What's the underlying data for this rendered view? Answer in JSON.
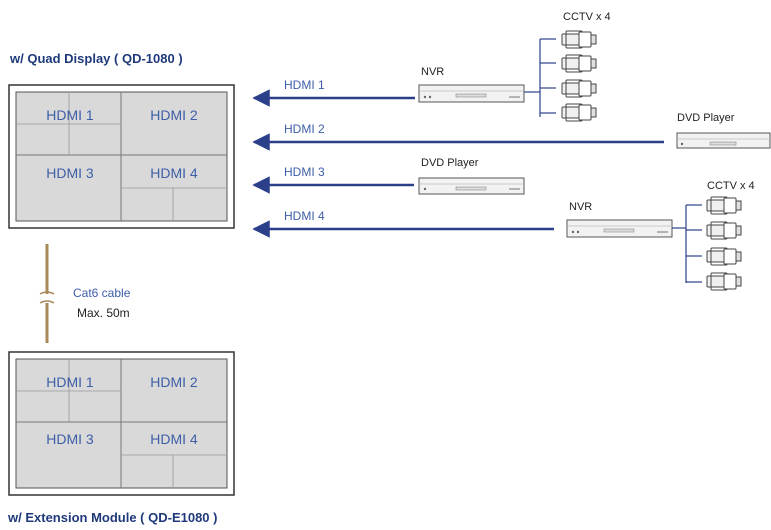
{
  "titles": {
    "quad": "w/ Quad Display ( QD-1080 )",
    "extension": "w/ Extension Module ( QD-E1080 )"
  },
  "quad_cells": [
    "HDMI 1",
    "HDMI 2",
    "HDMI 3",
    "HDMI 4"
  ],
  "ext_cells": [
    "HDMI 1",
    "HDMI 2",
    "HDMI 3",
    "HDMI 4"
  ],
  "links": [
    "HDMI 1",
    "HDMI 2",
    "HDMI 3",
    "HDMI 4"
  ],
  "devices": {
    "nvr": "NVR",
    "cctv": "CCTV x 4",
    "dvd": "DVD Player"
  },
  "cable": {
    "type": "Cat6 cable",
    "max": "Max. 50m"
  },
  "colors": {
    "navy": "#2b3f8a",
    "cable": "#a88a5a",
    "panel": "#d9d9d9",
    "label_blue": "#3d5ea8"
  }
}
